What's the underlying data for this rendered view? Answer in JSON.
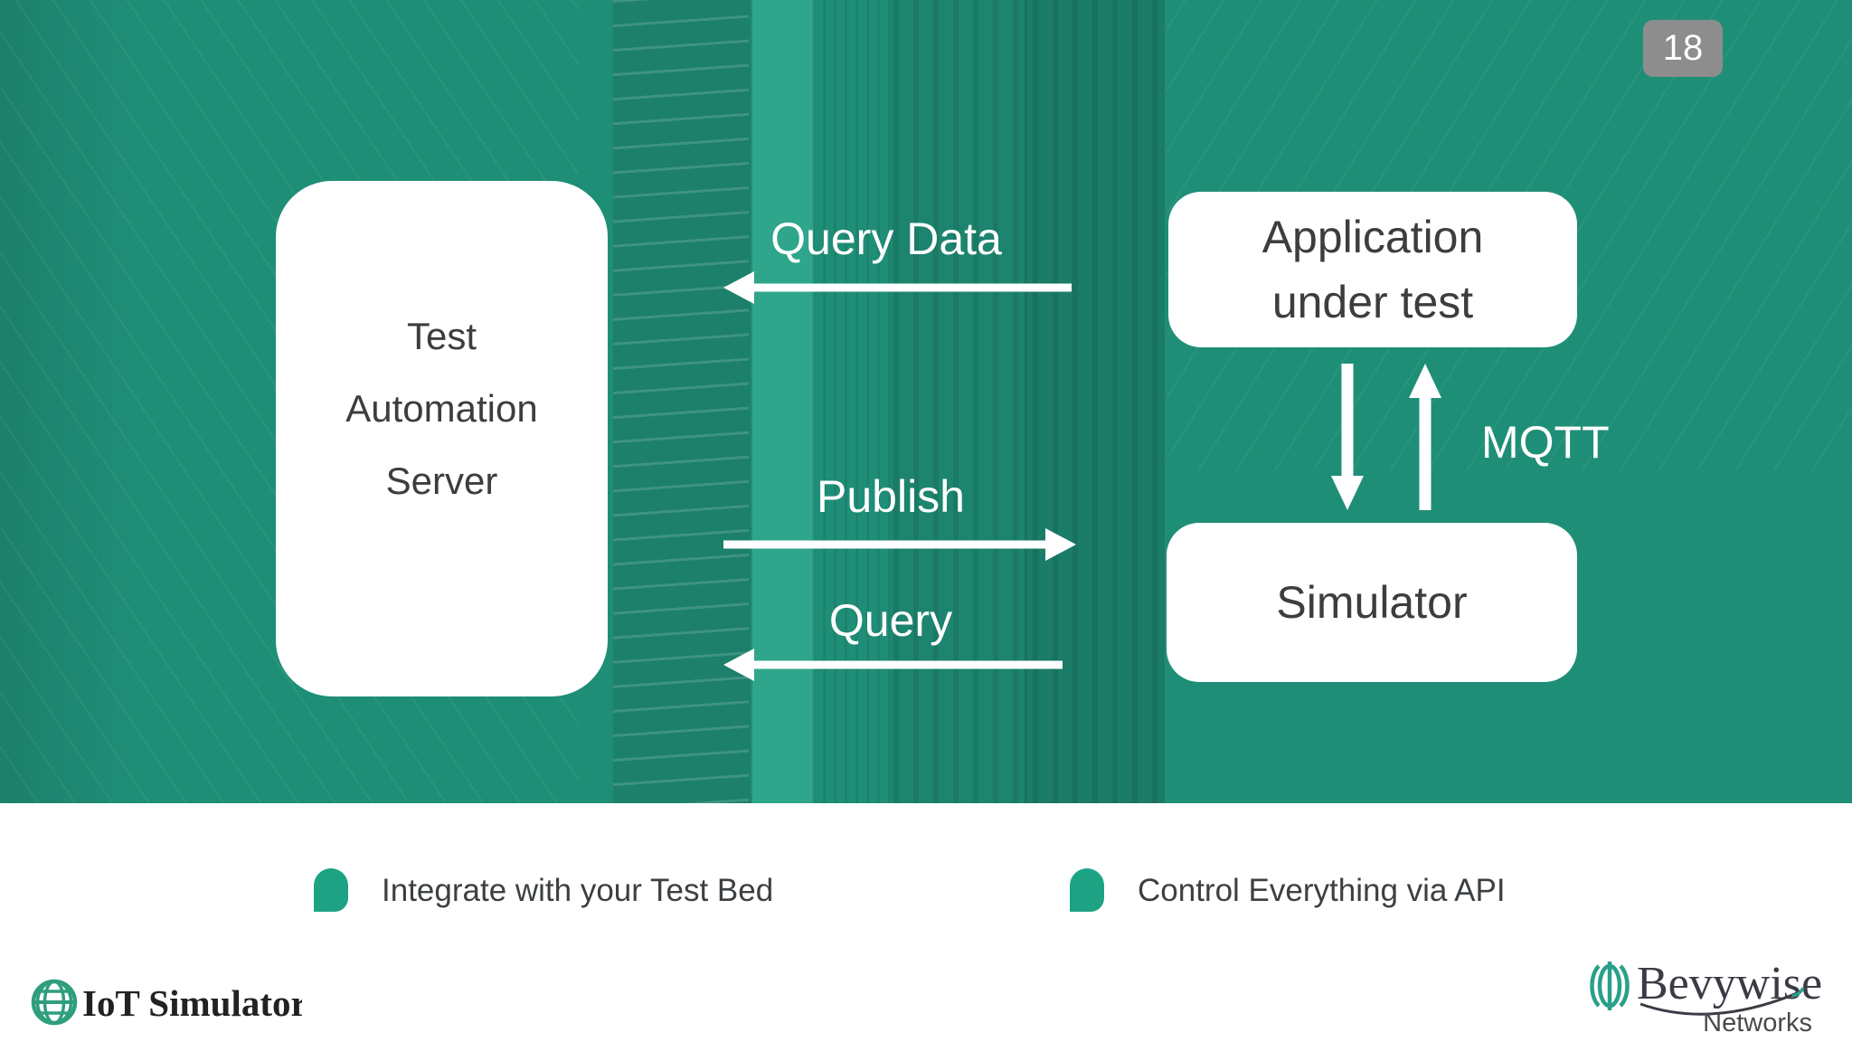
{
  "slide": {
    "page_number": "18",
    "colors": {
      "teal_overlay": "#1F8E77",
      "teal_light_band": "#2FA68C",
      "accent_teal": "#1DA384",
      "box_text": "#3D3D3D",
      "badge_bg": "#8D8D8D",
      "white": "#FFFFFF"
    }
  },
  "diagram": {
    "left_box": {
      "lines": [
        "Test",
        "Automation",
        "Server"
      ]
    },
    "app_box": {
      "lines": [
        "Application",
        "under test"
      ]
    },
    "sim_box": {
      "label": "Simulator"
    },
    "arrows": [
      {
        "label": "Query Data",
        "direction": "left"
      },
      {
        "label": "Publish",
        "direction": "right"
      },
      {
        "label": "Query",
        "direction": "left"
      }
    ],
    "mqtt_label": "MQTT"
  },
  "bullets": [
    {
      "text": "Integrate with your Test Bed"
    },
    {
      "text": "Control Everything via API"
    }
  ],
  "footer": {
    "iot_logo": {
      "text": "IoT Simulator"
    },
    "bevywise": {
      "name": "Bevywise",
      "sub": "Networks"
    }
  }
}
